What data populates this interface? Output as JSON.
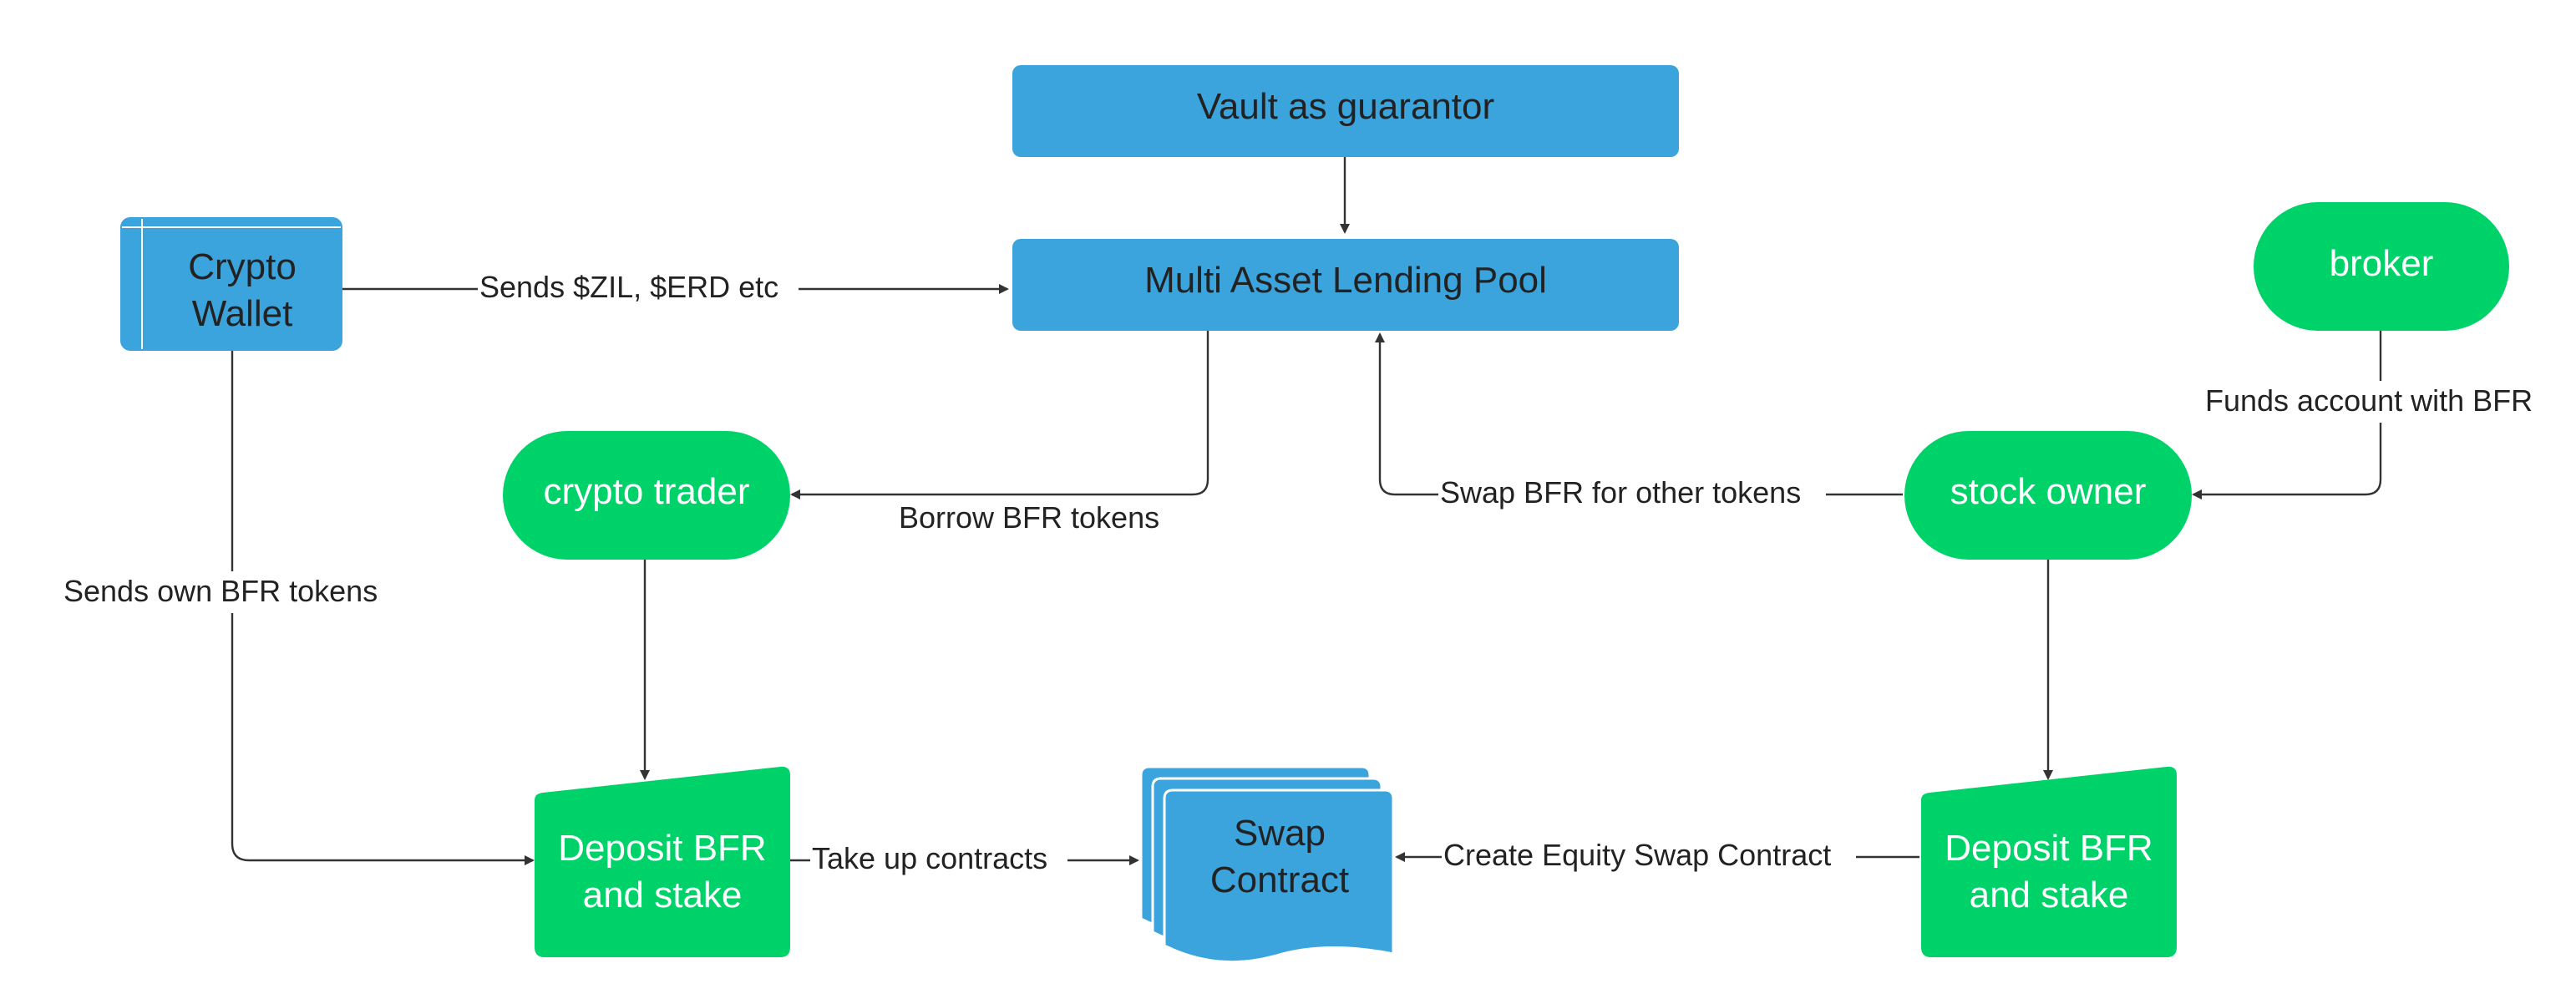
{
  "colors": {
    "blue_node": "#3ca4dc",
    "green_node": "#00d26a",
    "edge": "#333333",
    "dark_text": "#222222",
    "light_text": "#ffffff"
  },
  "nodes": {
    "vault": {
      "label": "Vault as guarantor"
    },
    "pool": {
      "label": "Multi Asset Lending Pool"
    },
    "wallet": {
      "line1": "Crypto",
      "line2": "Wallet"
    },
    "broker": {
      "label": "broker"
    },
    "crypto_trader": {
      "label": "crypto trader"
    },
    "stock_owner": {
      "label": "stock owner"
    },
    "deposit_left": {
      "line1": "Deposit BFR",
      "line2": "and stake"
    },
    "deposit_right": {
      "line1": "Deposit BFR",
      "line2": "and stake"
    },
    "swap_contract": {
      "line1": "Swap",
      "line2": "Contract"
    }
  },
  "edges": {
    "wallet_to_pool": "Sends $ZIL, $ERD etc",
    "pool_to_trader": "Borrow BFR tokens",
    "owner_to_pool": "Swap BFR for other tokens",
    "broker_to_owner": "Funds account with BFR",
    "wallet_to_deposit": "Sends own BFR tokens",
    "deposit_to_swap": "Take up contracts",
    "deposit_right_to_swap": "Create Equity Swap Contract"
  }
}
